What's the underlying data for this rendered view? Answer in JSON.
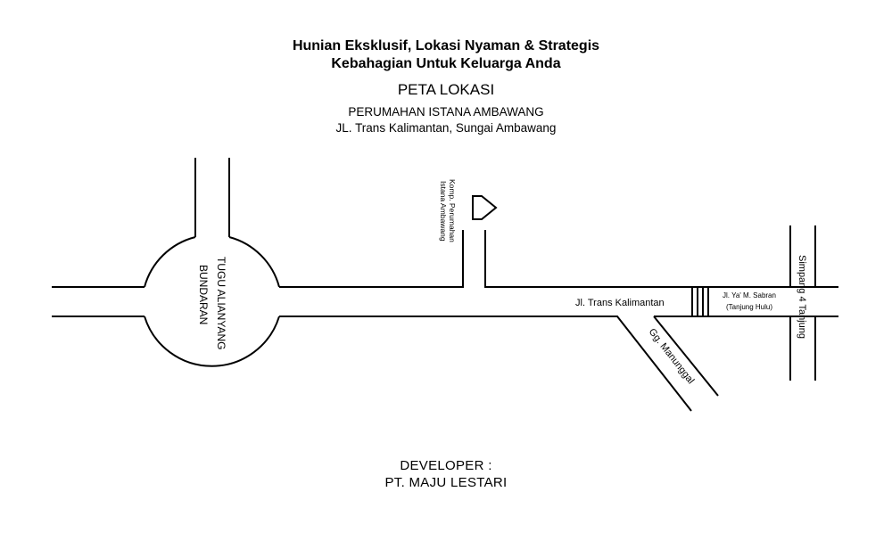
{
  "header": {
    "tagline_1": "Hunian Eksklusif, Lokasi Nyaman & Strategis",
    "tagline_2": "Kebahagian Untuk Keluarga Anda",
    "map_title": "PETA LOKASI",
    "project_name": "PERUMAHAN ISTANA AMBAWANG",
    "address": "JL. Trans Kalimantan, Sungai Ambawang"
  },
  "map": {
    "roundabout_label_1": "BUNDARAN",
    "roundabout_label_2": "TUGU ALIANYANG",
    "complex_label_1": "Komp. Perumahan",
    "complex_label_2": "Istana Ambawang",
    "main_road_label": "Jl. Trans Kalimantan",
    "side_road_label": "Gg. Manunggal",
    "bridge_label_1": "Jl. Ya' M. Sabran",
    "bridge_label_2": "(Tanjung Hulu)",
    "junction_label": "Simpang 4 Tanjung",
    "line_color": "#000000",
    "background_color": "#ffffff",
    "icons": [
      "house-marker-icon"
    ]
  },
  "footer": {
    "developer_label": "DEVELOPER :",
    "developer_name": "PT. MAJU LESTARI"
  }
}
